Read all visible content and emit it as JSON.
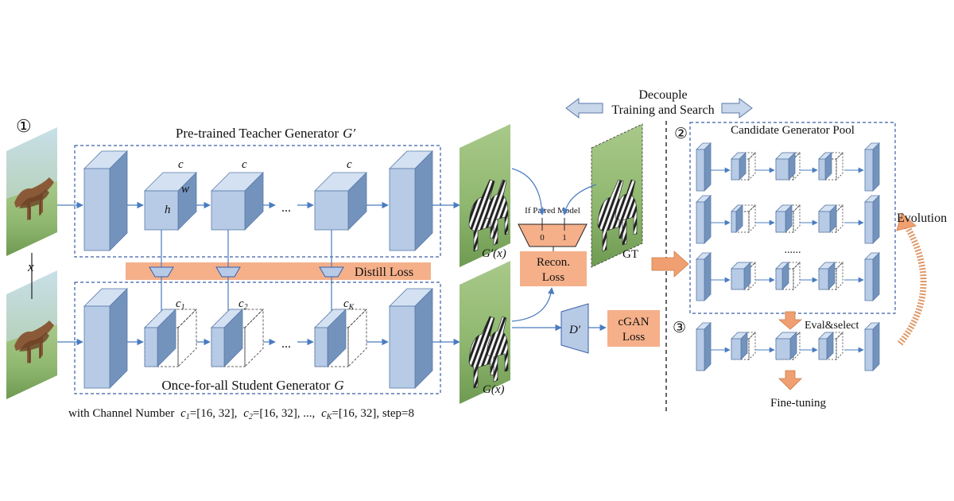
{
  "labels": {
    "step1": "①",
    "step2": "②",
    "step3": "③",
    "teacher_title": "Pre-trained Teacher Generator",
    "teacher_symbol": "G′",
    "student_title": "Once-for-all Student Generator",
    "student_symbol": "G",
    "channel_prefix": "with Channel Number",
    "channel_c1": "c",
    "channel_c1_sub": "1",
    "channel_range1": "=[16, 32],",
    "channel_c2": "c",
    "channel_c2_sub": "2",
    "channel_range2": "=[16, 32], ...,",
    "channel_ck": "c",
    "channel_ck_sub": "K",
    "channel_range3": "=[16, 32], step=8",
    "input_x": "x",
    "dim_c": "c",
    "dim_w": "w",
    "dim_h": "h",
    "ellipsis": "...",
    "c1": "c",
    "c1_sub": "1",
    "c2": "c",
    "c2_sub": "2",
    "cK": "c",
    "cK_sub": "K",
    "distill_loss": "Distill Loss",
    "teacher_output": "G′(x)",
    "student_output": "G(x)",
    "if_paired": "If Paired Model",
    "switch_0": "0",
    "switch_1": "1",
    "recon_line1": "Recon.",
    "recon_line2": "Loss",
    "gt": "GT",
    "disc": "D′",
    "cgan_line1": "cGAN",
    "cgan_line2": "Loss",
    "decouple_line1": "Decouple",
    "decouple_line2": "Training and Search",
    "candidate_pool": "Candidate Generator Pool",
    "pool_ellipsis": "......",
    "evolution": "Evolution",
    "eval_select": "Eval&select",
    "fine_tuning": "Fine-tuning"
  },
  "colors": {
    "block_front": "#b7cbe6",
    "block_side": "#7393bd",
    "block_top": "#d3e1f2",
    "dashed_frame": "#3b5ea8",
    "arrow": "#4a7cc0",
    "loss_box": "#f5b08a",
    "big_arrow": "#f0a070",
    "decouple_arrow": "#c9d7ea"
  }
}
